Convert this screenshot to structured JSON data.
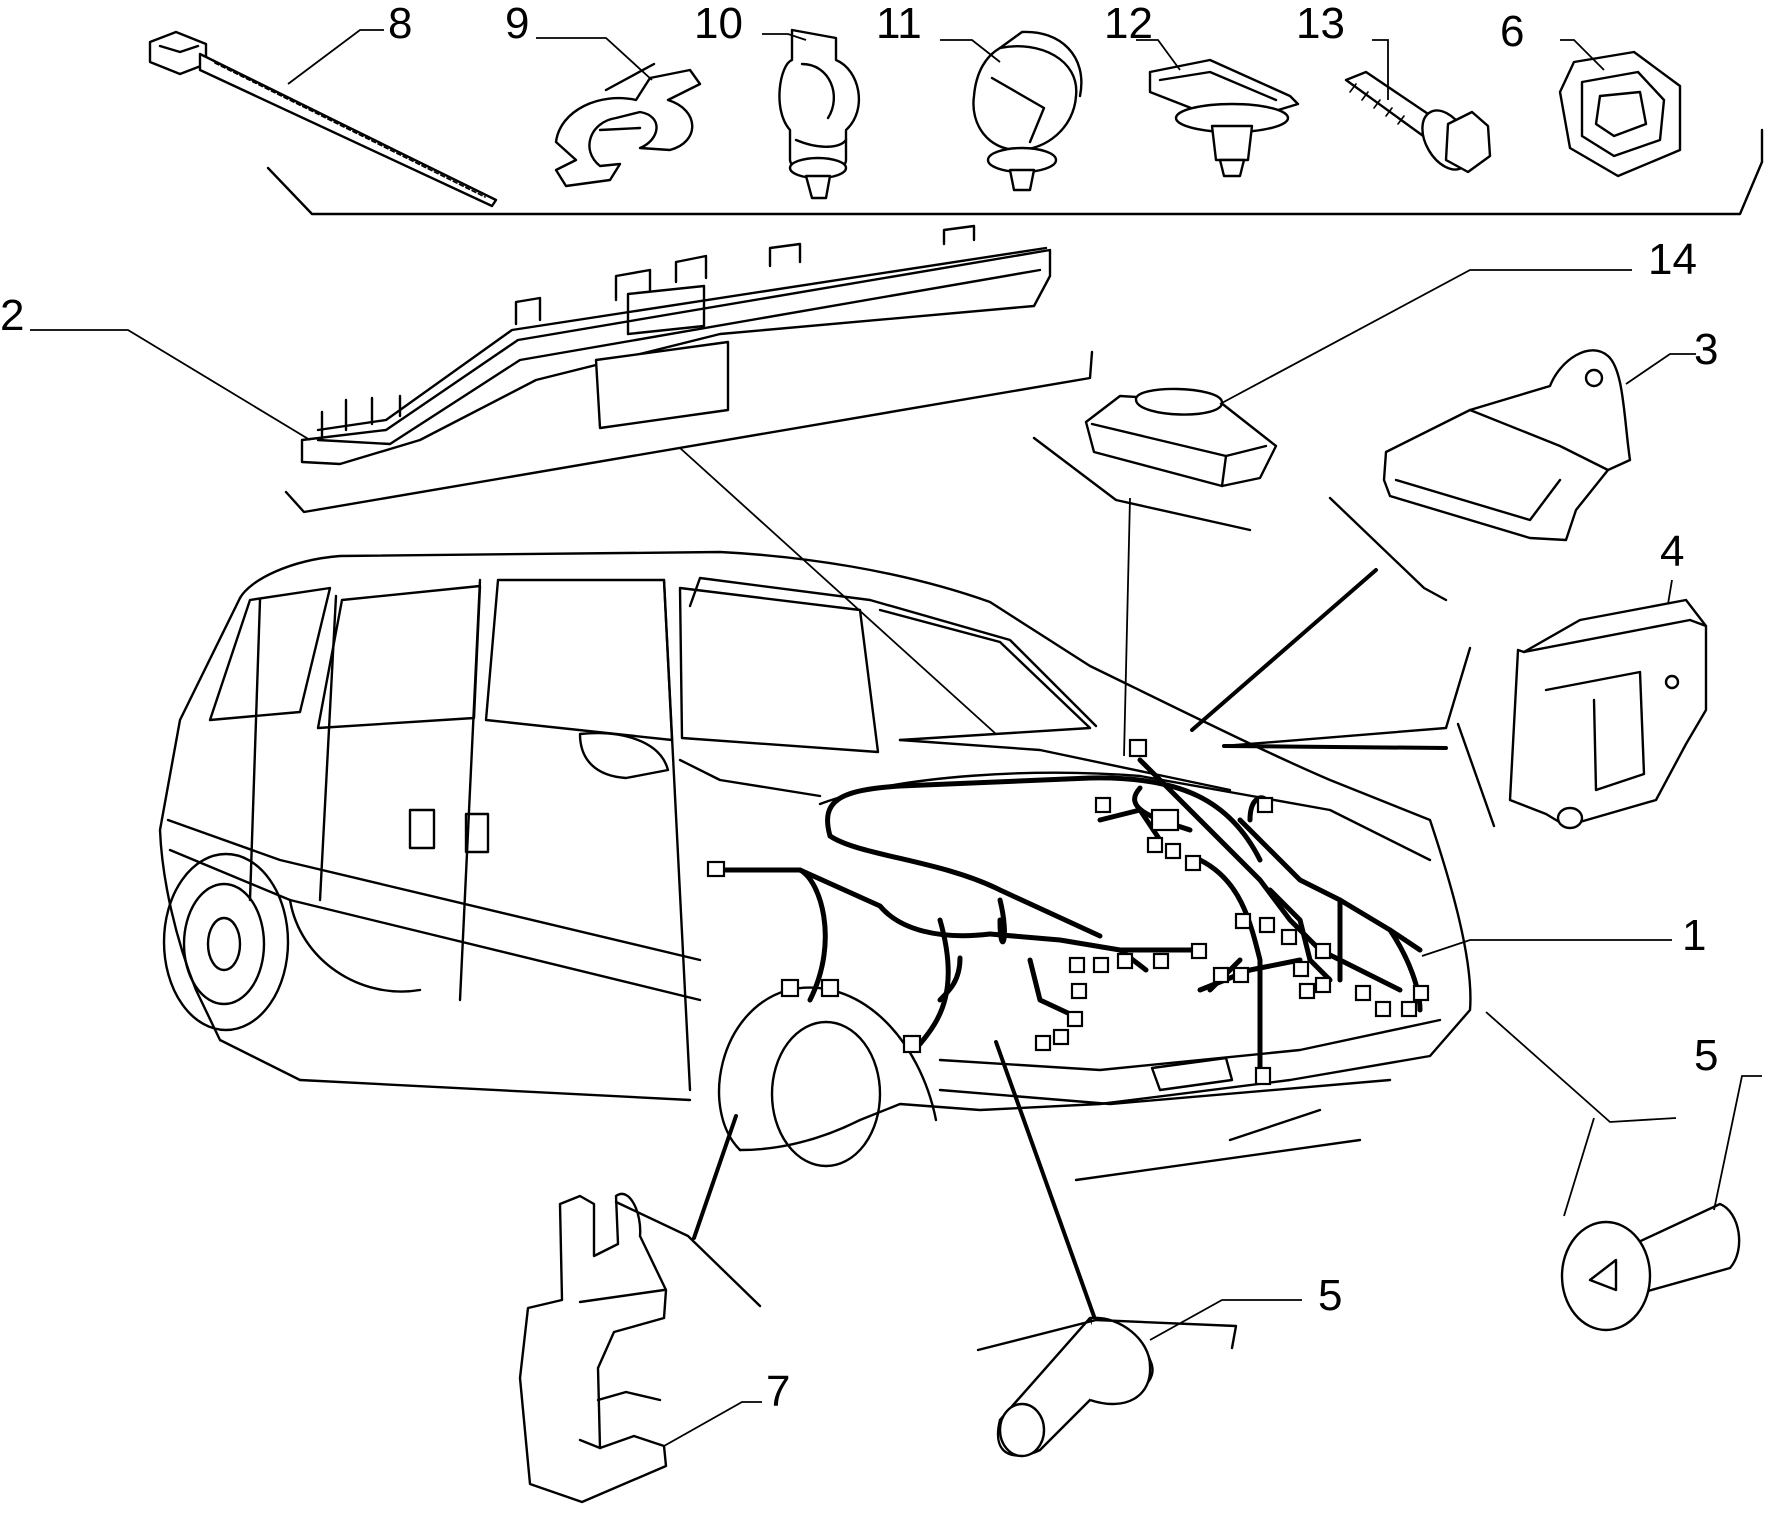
{
  "diagram": {
    "callouts": {
      "c8": "8",
      "c9": "9",
      "c10": "10",
      "c11": "11",
      "c12": "12",
      "c13": "13",
      "c6": "6",
      "c2": "2",
      "c14": "14",
      "c3": "3",
      "c4": "4",
      "c1": "1",
      "c5a": "5",
      "c5b": "5",
      "c7": "7"
    }
  }
}
